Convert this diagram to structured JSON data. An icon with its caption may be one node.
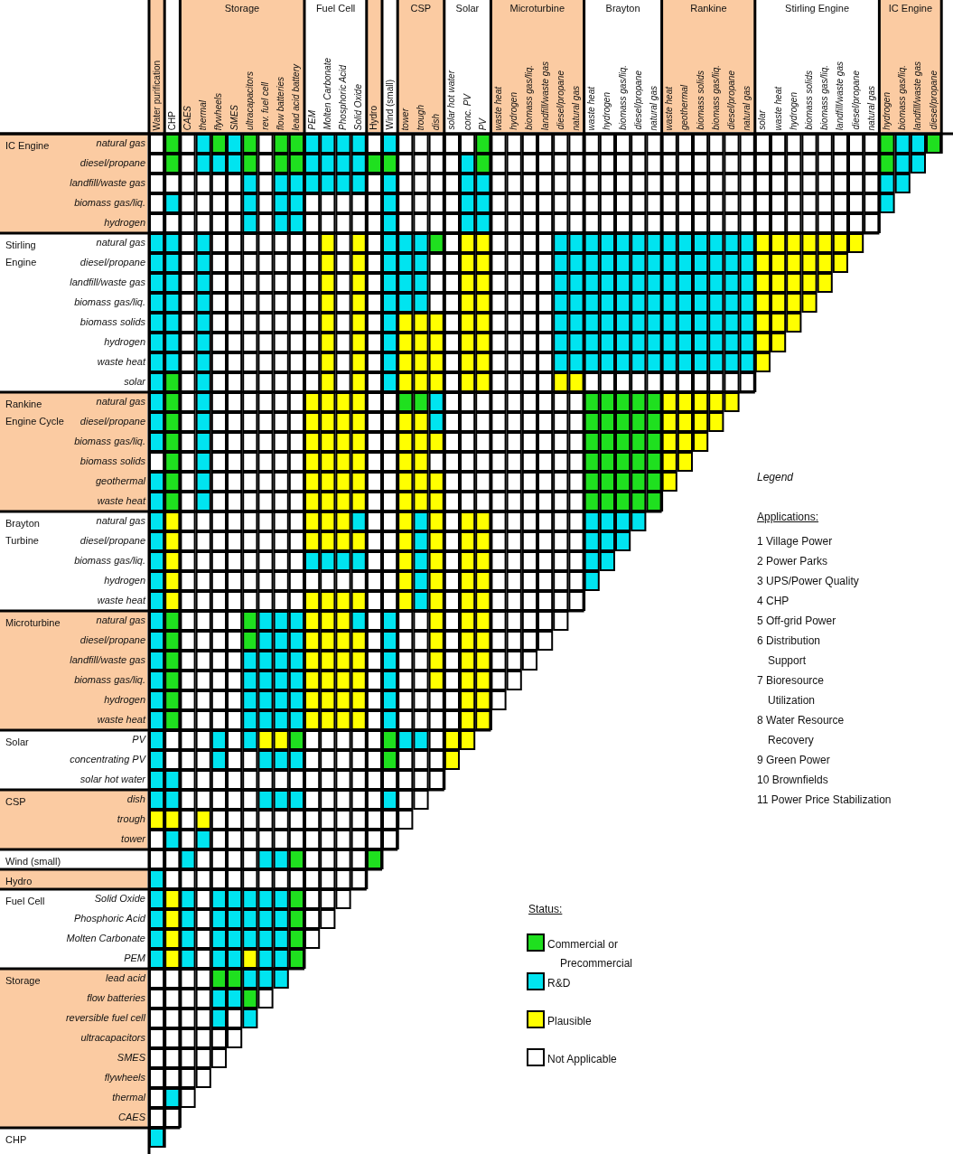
{
  "diagram": {
    "labels": [
      "Storage",
      "Fuel Cell",
      "CSP",
      "Solar",
      "Microturbine",
      "Brayton",
      "Rankine",
      "Stirling Engine",
      "IC Engine",
      "Water purification",
      "CHP",
      "CAES",
      "thermal",
      "flywheels",
      "SMES",
      "ultracapacitors",
      "rev. fuel cell",
      "flow batteries",
      "lead acid battery",
      "PEM",
      "Molten Carbonate",
      "Phosphoric Acid",
      "Solid Oxide",
      "Hydro",
      "Wind (small)",
      "tower",
      "trough",
      "dish",
      "solar hot water",
      "conc. PV",
      "PV",
      "waste heat",
      "hydrogen",
      "biomass gas/liq.",
      "landfill/waste gas",
      "diesel/propane",
      "natural gas",
      "waste heat",
      "hydrogen",
      "biomass gas/liq.",
      "diesel/propane",
      "natural gas",
      "waste heat",
      "geothermal",
      "biomass solids",
      "biomass gas/liq.",
      "diesel/propane",
      "natural gas",
      "solar",
      "waste heat",
      "hydrogen",
      "biomass solids",
      "biomass gas/liq.",
      "landfill/waste gas",
      "diesel/propane",
      "natural gas",
      "hydrogen",
      "biomass gas/liq.",
      "landfill/waste gas",
      "diesel/propane",
      "IC Engine",
      "natural gas",
      "diesel/propane",
      "landfill/waste gas",
      "biomass gas/liq.",
      "hydrogen",
      "Stirling Engine",
      "natural gas",
      "diesel/propane",
      "landfill/waste gas",
      "biomass gas/liq.",
      "biomass solids",
      "hydrogen",
      "waste heat",
      "solar",
      "Rankine Engine Cycle",
      "natural gas",
      "diesel/propane",
      "biomass gas/liq.",
      "biomass solids",
      "geothermal",
      "waste heat",
      "Brayton Turbine",
      "natural gas",
      "diesel/propane",
      "biomass gas/liq.",
      "hydrogen",
      "waste heat",
      "Microturbine",
      "natural gas",
      "diesel/propane",
      "landfill/waste gas",
      "biomass gas/liq.",
      "hydrogen",
      "waste heat",
      "Solar",
      "PV",
      "concentrating PV",
      "solar hot water",
      "CSP",
      "dish",
      "trough",
      "tower",
      "Wind (small)",
      "Hydro",
      "Fuel Cell",
      "Solid Oxide",
      "Phosphoric Acid",
      "Molten Carbonate",
      "PEM",
      "Storage",
      "lead acid",
      "flow batteries",
      "reversible fuel cell",
      "ultracapacitors",
      "SMES",
      "flywheels",
      "thermal",
      "CAES",
      "CHP",
      "Legend",
      "Applications:",
      "1 Village Power",
      "2 Power Parks",
      "3 UPS/Power Quality",
      "4 CHP",
      "5 Off-grid Power",
      "6 Distribution Support",
      "7 Bioresource Utilization",
      "8 Water Resource Recovery",
      "9 Green Power",
      "10 Brownfields",
      "11 Power Price Stabilization",
      "Status:"
    ],
    "legend": [
      {
        "text": "Commercial or Precommercial",
        "color": "#1fe01f"
      },
      {
        "text": "R&D",
        "color": "#00e4f0"
      },
      {
        "text": "Plausible",
        "color": "#ffff00"
      },
      {
        "text": "Not Applicable",
        "color": "#ffffff"
      }
    ]
  }
}
